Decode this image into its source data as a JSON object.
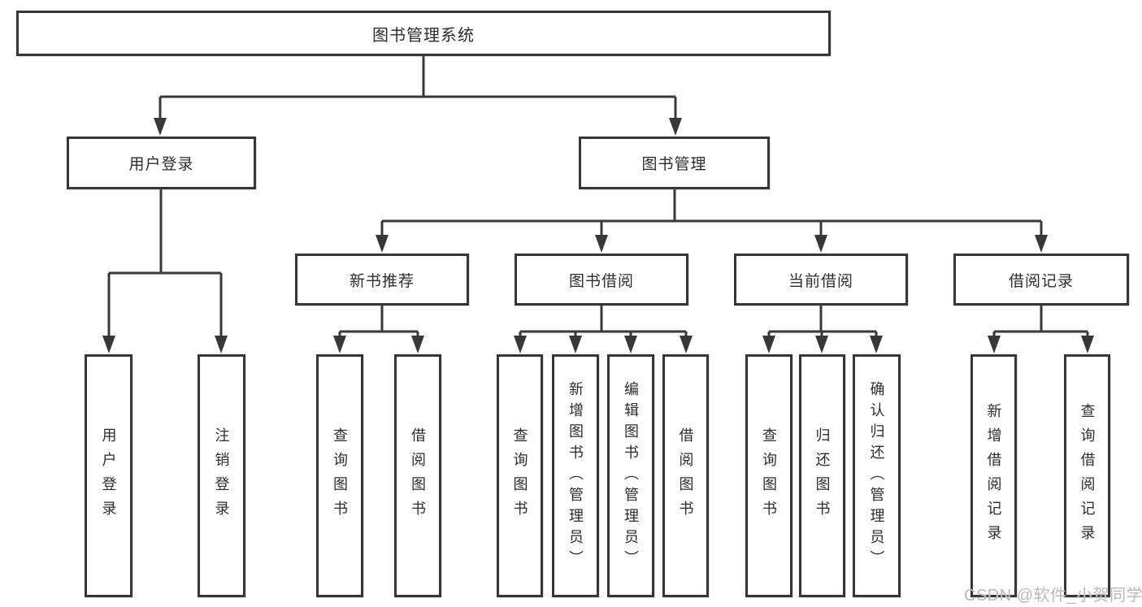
{
  "diagram": {
    "root_label": "图书管理系统",
    "level2": [
      "用户登录",
      "图书管理"
    ],
    "level3": [
      "新书推荐",
      "图书借阅",
      "当前借阅",
      "借阅记录"
    ],
    "children": {
      "user_login": [
        "用户登录",
        "注销登录"
      ],
      "new_book": [
        "查询图书",
        "借阅图书"
      ],
      "book_borrow": [
        "查询图书",
        "新增图书（管理员）",
        "编辑图书（管理员）",
        "借阅图书"
      ],
      "current_borrow": [
        "查询图书",
        "归还图书",
        "确认归还（管理员）"
      ],
      "borrow_records": [
        "新增借阅记录",
        "查询借阅记录"
      ]
    }
  },
  "watermark": {
    "text": "CSDN @软件_小贺同学"
  },
  "colors": {
    "line": "#383838",
    "box_border": "#363636",
    "text": "#2d2d2d",
    "watermark": "#b9b9b9",
    "background": "#ffffff"
  }
}
